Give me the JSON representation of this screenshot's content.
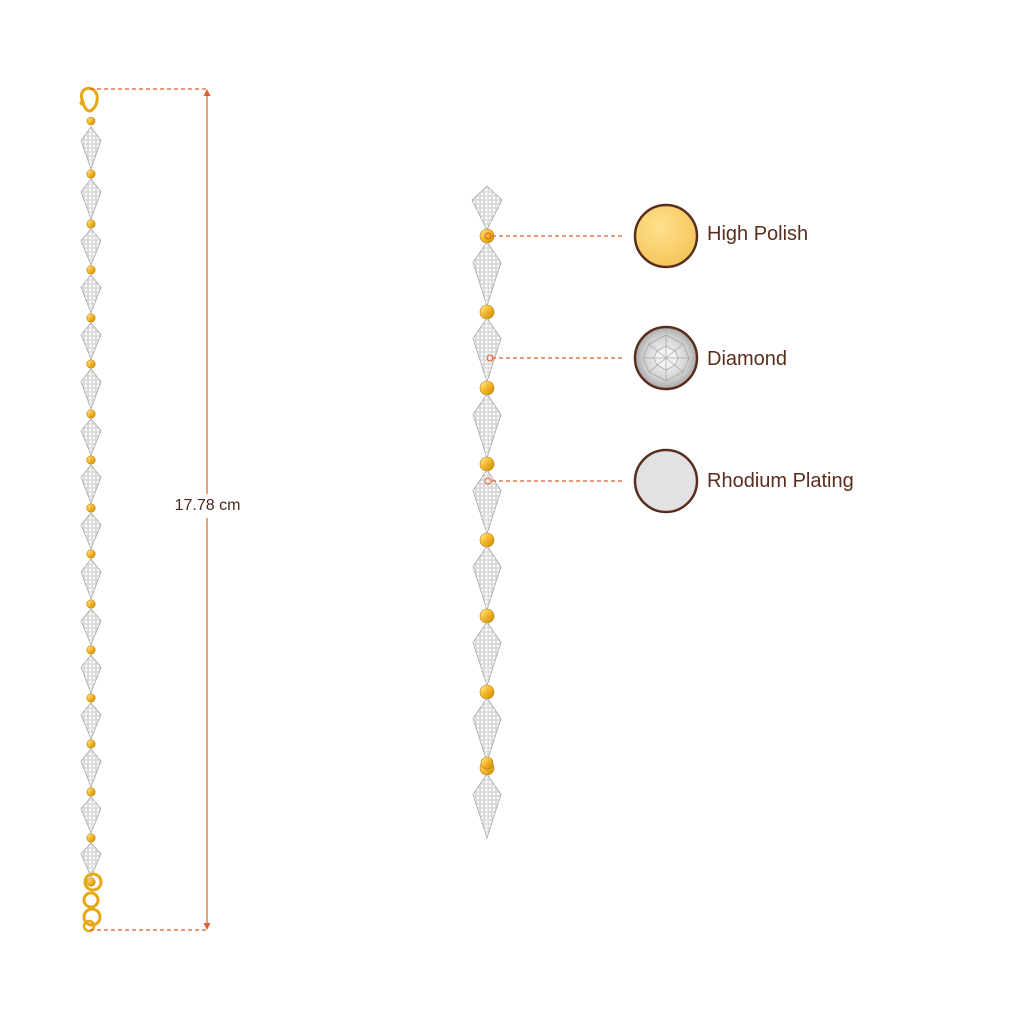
{
  "measurement": {
    "length": "17.78 cm"
  },
  "legend": [
    {
      "label": "High Polish",
      "swatch": "high-polish-swatch",
      "color": "#f7cd63"
    },
    {
      "label": "Diamond",
      "swatch": "diamond-swatch",
      "color": "#e9e9e9"
    },
    {
      "label": "Rhodium Plating",
      "swatch": "rhodium-swatch",
      "color": "#e2e2e2"
    }
  ],
  "colors": {
    "dimension_line": "#e0622a",
    "swatch_border": "#5a2e1e",
    "gold": "#f2b31e",
    "silver": "#dcdcdc"
  }
}
